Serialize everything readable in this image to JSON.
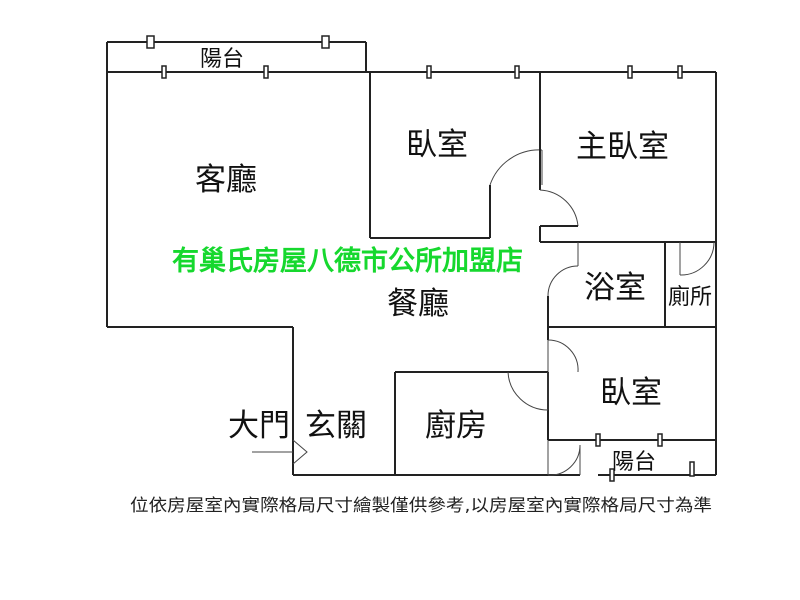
{
  "rooms": {
    "balcony_top": "陽台",
    "living_room": "客廳",
    "bedroom_north": "臥室",
    "master_bedroom": "主臥室",
    "dining_room": "餐廳",
    "bathroom": "浴室",
    "toilet": "廁所",
    "bedroom_south": "臥室",
    "entrance_door": "大門",
    "foyer": "玄關",
    "kitchen": "廚房",
    "balcony_bottom": "陽台"
  },
  "watermark": "有巢氏房屋八德市公所加盟店",
  "disclaimer": "位依房屋室內實際格局尺寸繪製僅供參考,以房屋室內實際格局尺寸為準",
  "colors": {
    "watermark": "#16d82e",
    "lines": "#222222"
  }
}
